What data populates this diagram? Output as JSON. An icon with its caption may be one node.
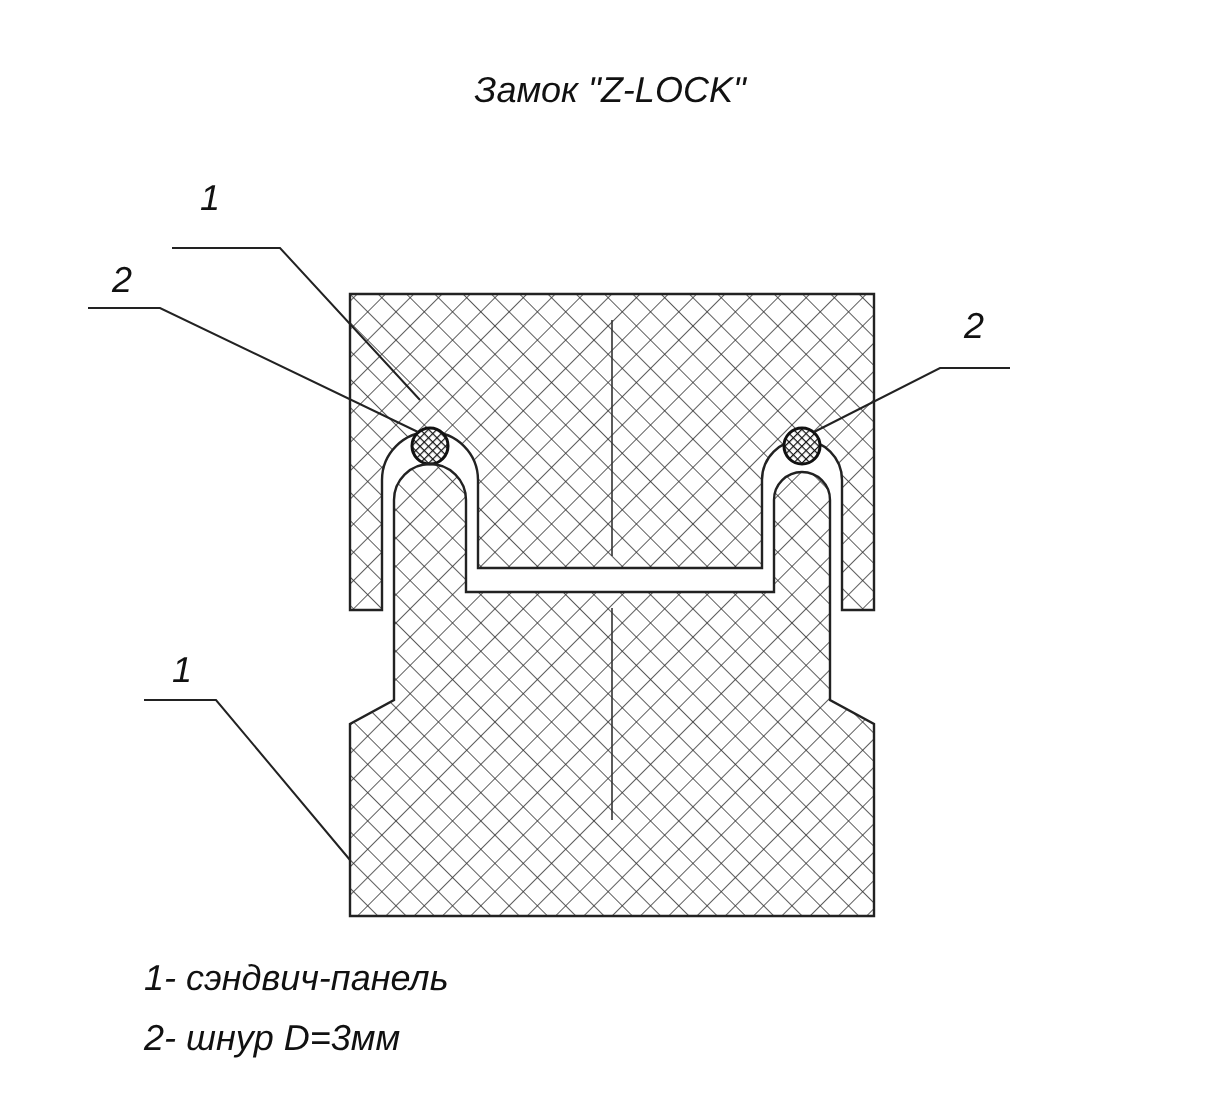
{
  "diagram": {
    "title": "Замок \"Z-LOCK\"",
    "nodes": [
      {
        "text": [
          "1"
        ]
      },
      {
        "text": [
          "2"
        ]
      },
      {
        "text": [
          "2"
        ]
      },
      {
        "text": [],
        "shape": "box"
      },
      {
        "text": [],
        "shape": "circle"
      },
      {
        "text": [],
        "shape": "circle"
      },
      {
        "text": [
          "1"
        ]
      },
      {
        "text": [],
        "shape": "box"
      }
    ],
    "edges": [
      {
        "from": 0,
        "to": 3,
        "arrow": "none"
      },
      {
        "from": 1,
        "to": 4,
        "arrow": "none"
      },
      {
        "from": 2,
        "to": 5,
        "arrow": "none"
      },
      {
        "from": 6,
        "to": 7,
        "arrow": "none"
      }
    ],
    "labels": [
      "1- сэндвич-панель",
      "2- шнур D=3мм"
    ]
  }
}
